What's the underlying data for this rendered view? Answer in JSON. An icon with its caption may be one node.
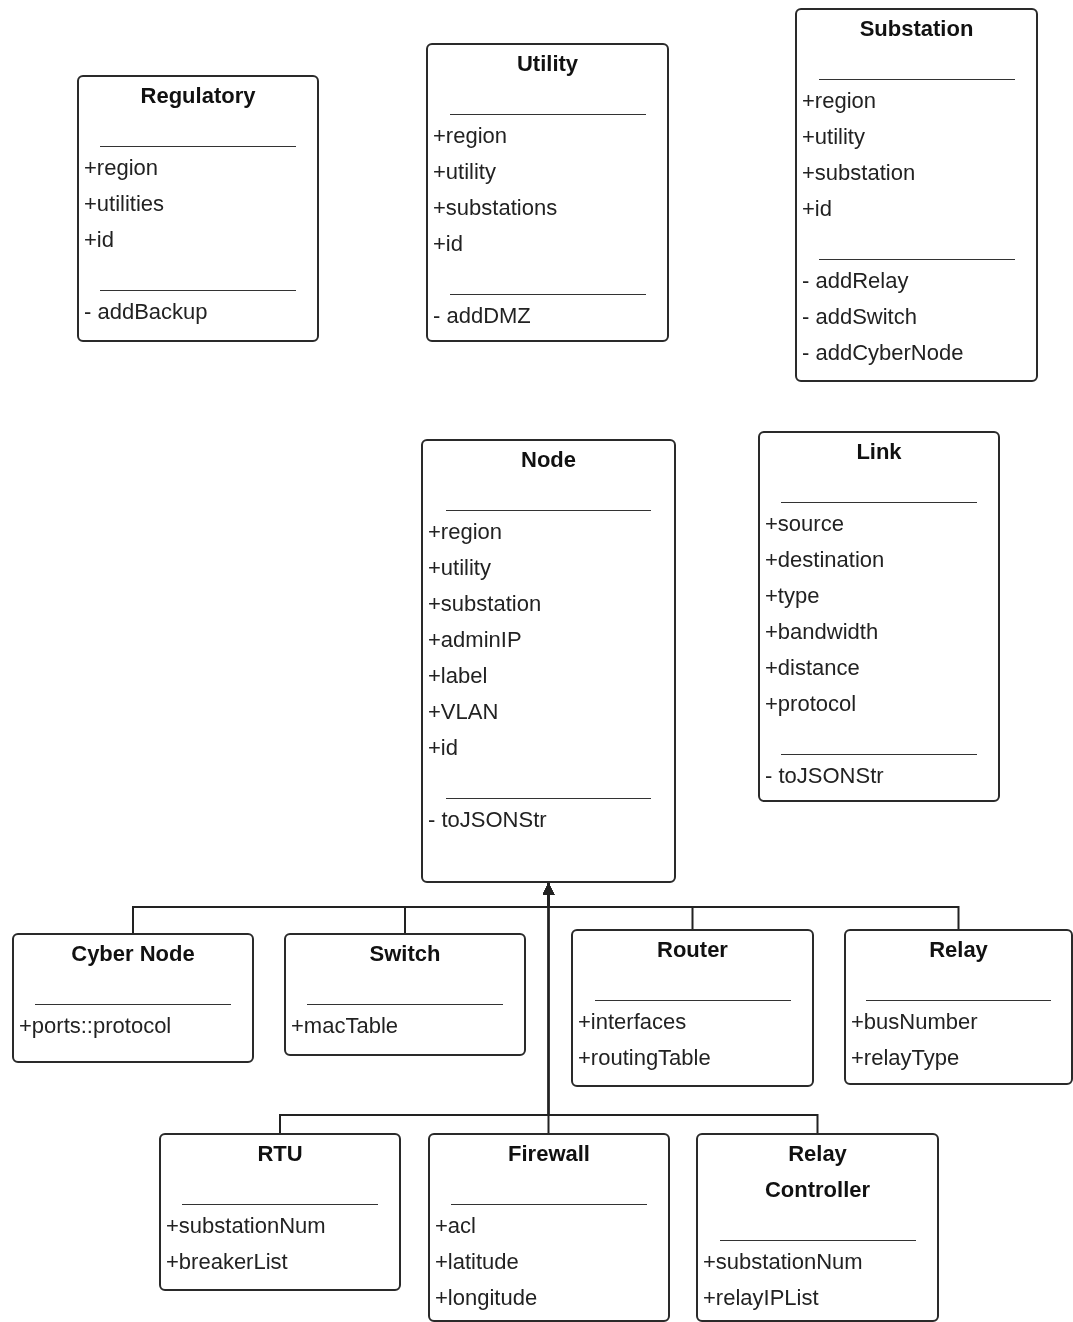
{
  "diagram": {
    "nodes": [
      {
        "text": [
          "Regulatory",
          "+region",
          "+utilities",
          "+id",
          "- addBackup"
        ]
      },
      {
        "text": [
          "Utility",
          "+region",
          "+utility",
          "+substations",
          "+id",
          "- addDMZ"
        ]
      },
      {
        "text": [
          "Substation",
          "+region",
          "+utility",
          "+substation",
          "+id",
          "- addRelay",
          "- addSwitch",
          "- addCyberNode"
        ]
      },
      {
        "text": [
          "Node",
          "+region",
          "+utility",
          "+substation",
          "+adminIP",
          "+label",
          "+VLAN",
          "+id",
          "- toJSONStr"
        ]
      },
      {
        "text": [
          "Link",
          "+source",
          "+destination",
          "+type",
          "+bandwidth",
          "+distance",
          "+protocol",
          "- toJSONStr"
        ]
      },
      {
        "text": [
          "Cyber Node",
          "+ports::protocol"
        ]
      },
      {
        "text": [
          "Switch",
          "+macTable"
        ]
      },
      {
        "text": [
          "Router",
          "+interfaces",
          "+routingTable"
        ]
      },
      {
        "text": [
          "Relay",
          "+busNumber",
          "+relayType"
        ]
      },
      {
        "text": [
          "RTU",
          "+substationNum",
          "+breakerList"
        ]
      },
      {
        "text": [
          "Firewall",
          "+acl",
          "+latitude",
          "+longitude"
        ]
      },
      {
        "text": [
          "Relay Controller",
          "+substationNum",
          "+relayIPList"
        ]
      }
    ],
    "edges": [
      {
        "from": 5,
        "to": 3,
        "arrow": "to"
      },
      {
        "from": 6,
        "to": 3,
        "arrow": "to"
      },
      {
        "from": 7,
        "to": 3,
        "arrow": "to"
      },
      {
        "from": 8,
        "to": 3,
        "arrow": "to"
      },
      {
        "from": 9,
        "to": 3,
        "arrow": "to"
      },
      {
        "from": 10,
        "to": 3,
        "arrow": "to"
      },
      {
        "from": 11,
        "to": 3,
        "arrow": "to"
      }
    ]
  }
}
